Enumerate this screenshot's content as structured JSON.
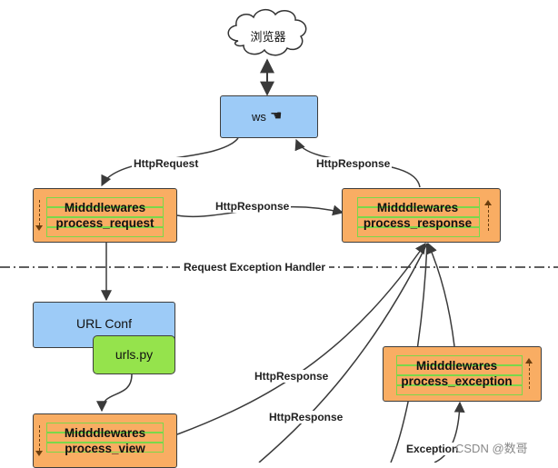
{
  "browser": {
    "label": "浏览器"
  },
  "ws": {
    "label": "ws"
  },
  "middleware_request": {
    "title": "Midddlewares",
    "subtitle": "process_request"
  },
  "middleware_response": {
    "title": "Midddlewares",
    "subtitle": "process_response"
  },
  "middleware_view": {
    "title": "Midddlewares",
    "subtitle": "process_view"
  },
  "middleware_exception": {
    "title": "Midddlewares",
    "subtitle": "process_exception"
  },
  "url_conf": {
    "label": "URL Conf"
  },
  "urls_py": {
    "label": "urls.py"
  },
  "edges": {
    "http_request": "HttpRequest",
    "http_response_top": "HttpResponse",
    "http_response_mid": "HttpResponse",
    "http_response_view_1": "HttpResponse",
    "http_response_view_2": "HttpResponse",
    "exception": "Exception"
  },
  "divider": {
    "label": "Request Exception Handler"
  },
  "watermark": "CSDN @数哥"
}
